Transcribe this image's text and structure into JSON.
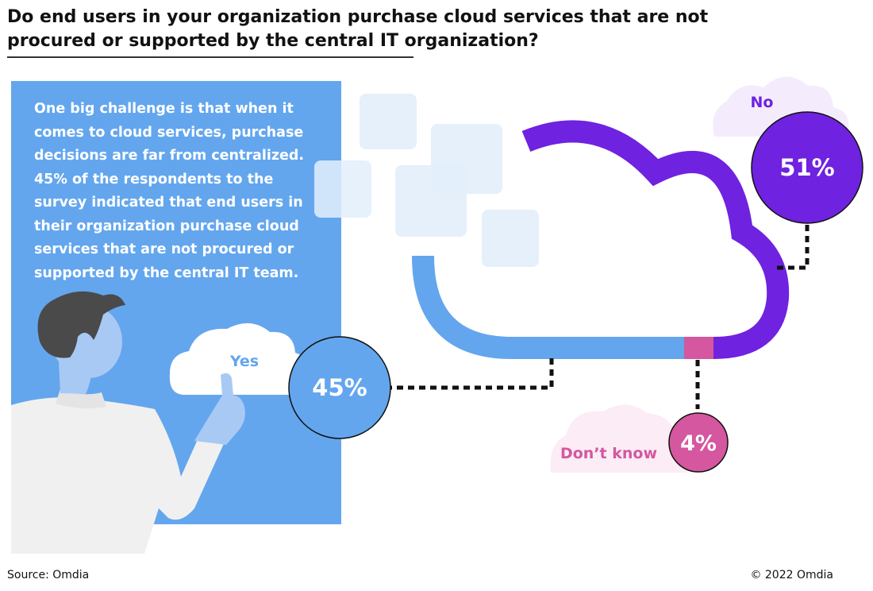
{
  "title": "Do end users in your organization purchase cloud services that are not procured or supported by the central IT organization?",
  "panel_text": "One big challenge is that when it comes to cloud services, purchase decisions are far from centralized. 45% of the respondents to the survey indicated that end users in their organization purchase cloud services that are not procured or supported by the central IT team.",
  "source": "Source: Omdia",
  "copyright": "© 2022 Omdia",
  "colors": {
    "panel": "#63a6ee",
    "yes": "#63a6ee",
    "no": "#6f22e0",
    "dont_know": "#d4579f",
    "square": "#e3effb"
  },
  "chart_data": {
    "type": "pie",
    "title": "Do end users in your organization purchase cloud services that are not procured or supported by the central IT organization?",
    "categories": [
      "Yes",
      "No",
      "Don’t know"
    ],
    "values": [
      45,
      51,
      4
    ],
    "value_labels": [
      "45%",
      "51%",
      "4%"
    ],
    "unit": "%",
    "legend": "none"
  }
}
